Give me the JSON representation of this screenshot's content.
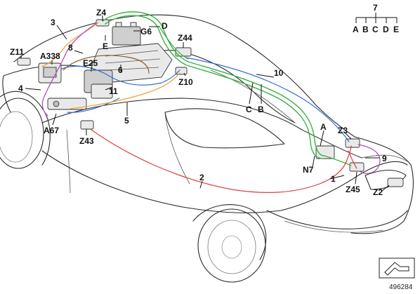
{
  "callouts": {
    "z4": "Z4",
    "d": "D",
    "three": "3",
    "g6": "G6",
    "e_top": "E",
    "z44": "Z44",
    "z11": "Z11",
    "a338": "A338",
    "eight": "8",
    "e25": "E25",
    "six": "6",
    "ten": "10",
    "z10": "Z10",
    "four": "4",
    "eleven": "11",
    "c_mid": "C",
    "b_mid": "B",
    "five": "5",
    "a67": "A67",
    "z43": "Z43",
    "a_right": "A",
    "z3": "Z3",
    "nine": "9",
    "n7": "N7",
    "one": "1",
    "two": "2",
    "z45": "Z45",
    "z2": "Z2"
  },
  "legend": {
    "number": "7",
    "letters": [
      "A",
      "B",
      "C",
      "D",
      "E"
    ]
  },
  "reference_number": "496284",
  "icon": "arrow-frame-icon",
  "colors": {
    "green_cable": "#3cb043",
    "blue_cable": "#2f6fd1",
    "orange_cable": "#f0a030",
    "red_cable": "#d94040",
    "purple_cable": "#b050c0",
    "brown_cable": "#8a5a2b"
  }
}
